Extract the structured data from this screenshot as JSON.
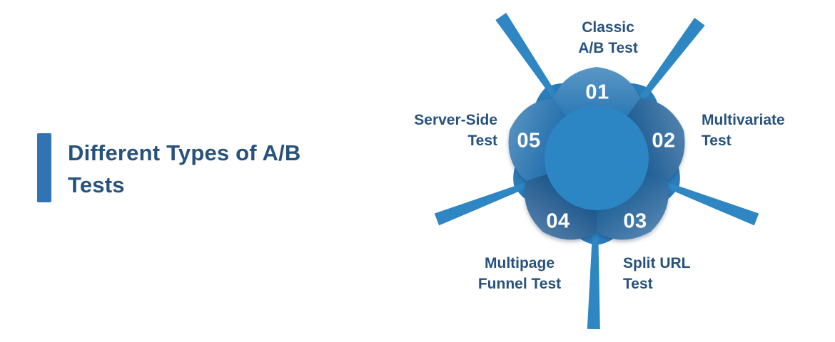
{
  "header": {
    "title_lines": [
      "Different Types of A/B",
      "Tests"
    ]
  },
  "diagram": {
    "segments": [
      {
        "number": "01",
        "label_lines": [
          "Classic",
          "A/B Test"
        ]
      },
      {
        "number": "02",
        "label_lines": [
          "Multivariate",
          "Test"
        ]
      },
      {
        "number": "03",
        "label_lines": [
          "Split URL",
          "Test"
        ]
      },
      {
        "number": "04",
        "label_lines": [
          "Multipage",
          "Funnel Test"
        ]
      },
      {
        "number": "05",
        "label_lines": [
          "Server-Side",
          "Test"
        ]
      }
    ]
  },
  "colors": {
    "background": "#ffffff",
    "accent-bar": "#3273b4",
    "title-text": "#27527d",
    "label-text": "#27527d",
    "number-text": "#ffffff",
    "center-circle": "#2d86c4",
    "ray": "#2e86c3",
    "back-petal": "#2b7cba",
    "petal-01": "#2b79b5",
    "petal-02": "#1f5e95",
    "petal-03": "#206097",
    "petal-04": "#1c568c",
    "petal-05": "#2470ad"
  }
}
